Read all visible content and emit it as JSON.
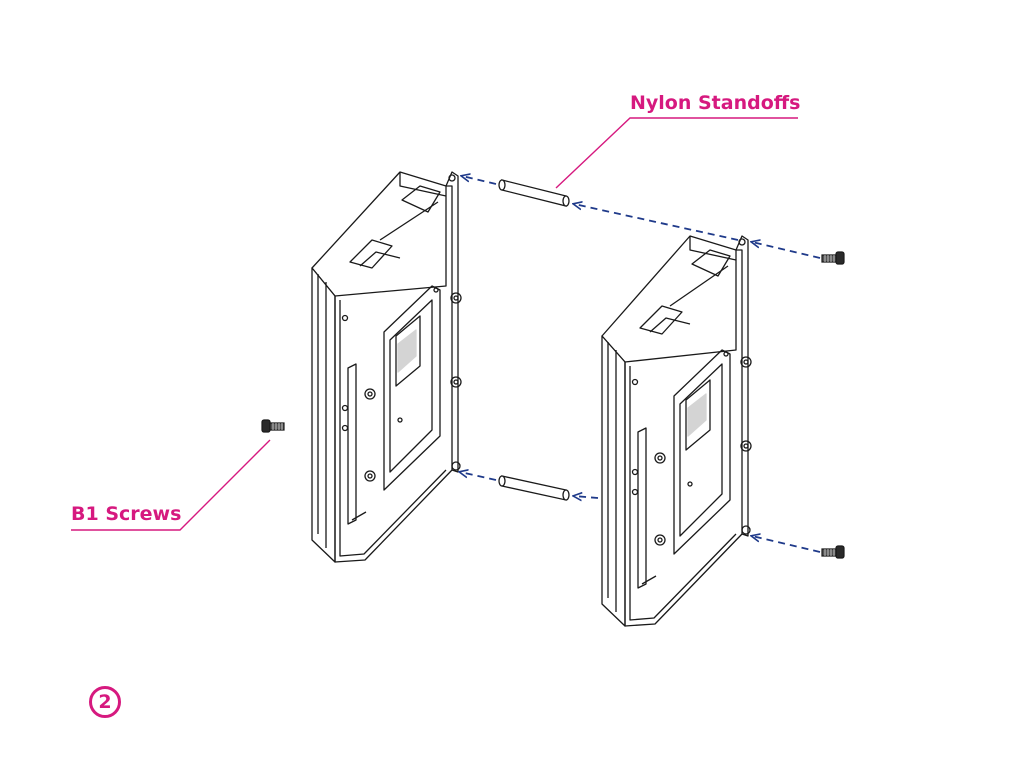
{
  "callouts": {
    "standoffs_label": "Nylon Standoffs",
    "screws_label": "B1 Screws"
  },
  "step": {
    "number": "2"
  },
  "colors": {
    "callout": "#d6197f",
    "arrow": "#1f3a8a",
    "line_art": "#1a1a1a"
  }
}
